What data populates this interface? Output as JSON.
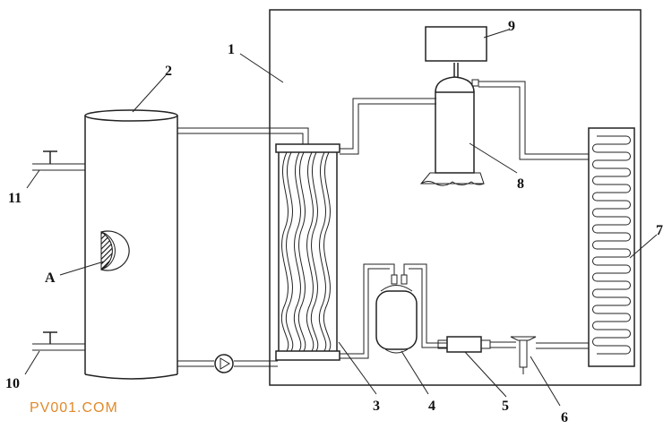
{
  "labels": {
    "l1": "1",
    "l2": "2",
    "l3": "3",
    "l4": "4",
    "l5": "5",
    "l6": "6",
    "l7": "7",
    "l8": "8",
    "l9": "9",
    "l10": "10",
    "l11": "11",
    "lA": "A"
  },
  "watermark": "PV001.COM"
}
